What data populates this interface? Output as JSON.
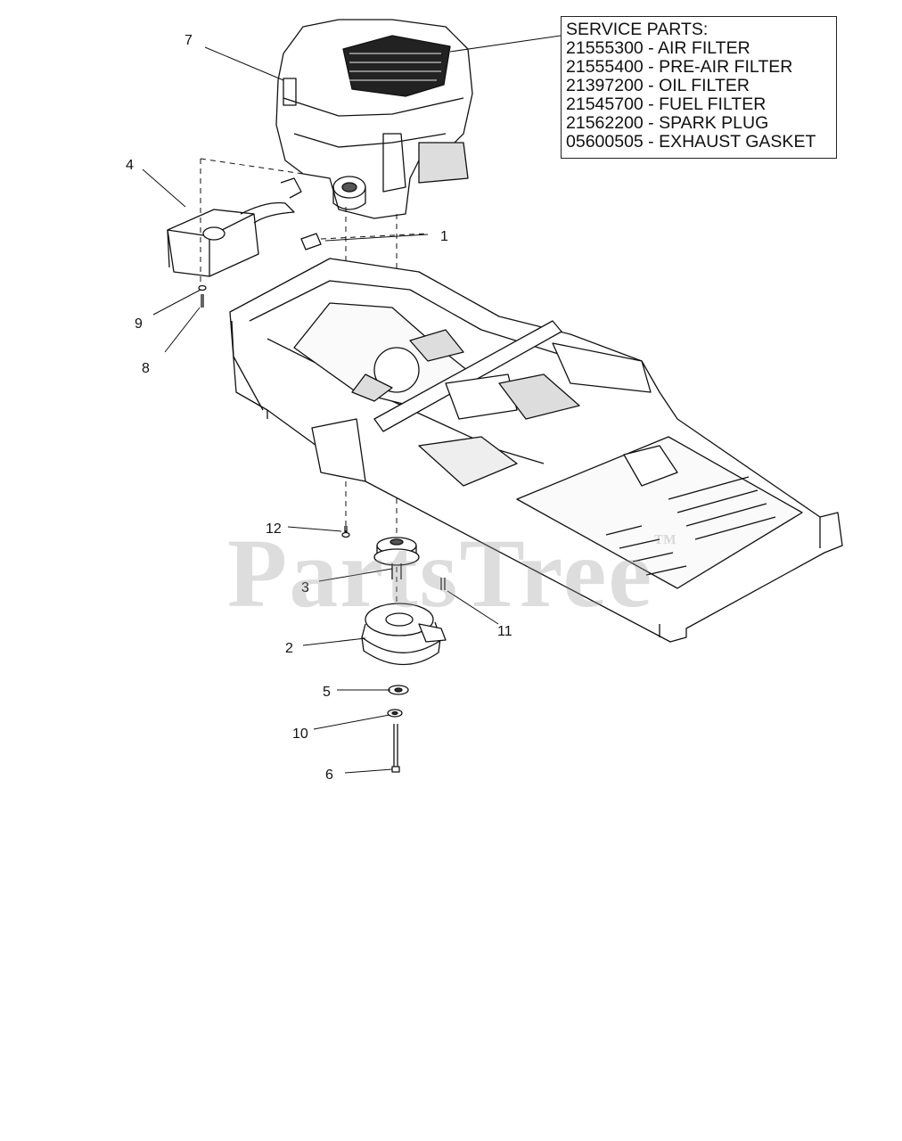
{
  "service_parts": {
    "heading": "SERVICE PARTS:",
    "lines": [
      "21555300 - AIR FILTER",
      "21555400 - PRE-AIR FILTER",
      "21397200 - OIL FILTER",
      "21545700 - FUEL FILTER",
      "21562200 - SPARK PLUG",
      "05600505 - EXHAUST GASKET"
    ]
  },
  "callouts": {
    "c1": "1",
    "c2": "2",
    "c3": "3",
    "c4": "4",
    "c5": "5",
    "c6": "6",
    "c7": "7",
    "c8": "8",
    "c9": "9",
    "c10": "10",
    "c11": "11",
    "c12": "12"
  },
  "watermark": {
    "text": "PartsTree",
    "mark": "™"
  },
  "icons": {
    "engine": "engine-icon",
    "muffler": "muffler-icon",
    "frame": "mower-frame-icon",
    "pulley": "pulley-icon",
    "pto_clutch": "pto-clutch-icon",
    "washer": "washer-icon",
    "bolt": "bolt-icon",
    "oil_filter": "oil-filter-icon"
  }
}
